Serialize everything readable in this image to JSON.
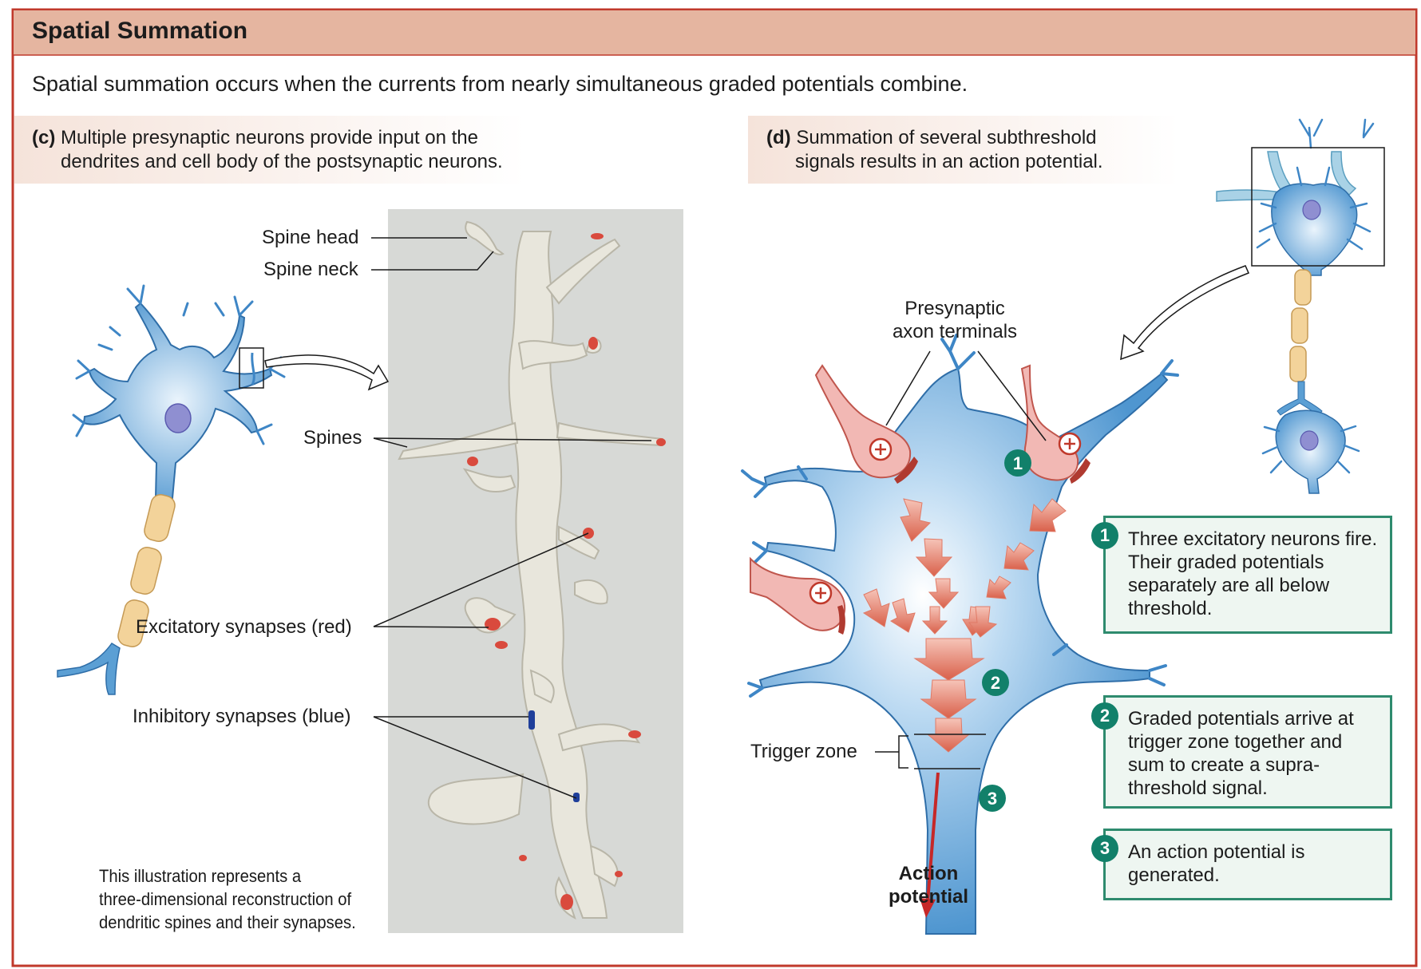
{
  "header": {
    "title": "Spatial Summation"
  },
  "intro": "Spatial summation occurs when the currents from nearly simultaneous graded potentials combine.",
  "panel_c": {
    "letter": "(c)",
    "caption_line1": "Multiple presynaptic neurons provide input on the",
    "caption_line2": "dendrites and cell body of the postsynaptic neurons.",
    "labels": {
      "spine_head": "Spine head",
      "spine_neck": "Spine neck",
      "spines": "Spines",
      "excitatory": "Excitatory synapses (red)",
      "inhibitory": "Inhibitory synapses (blue)"
    },
    "note_line1": "This illustration represents a",
    "note_line2": "three-dimensional reconstruction of",
    "note_line3": "dendritic spines and their synapses."
  },
  "panel_d": {
    "letter": "(d)",
    "caption_line1": "Summation of several subthreshold",
    "caption_line2": "signals results in an action potential.",
    "labels": {
      "presynaptic_line1": "Presynaptic",
      "presynaptic_line2": "axon terminals",
      "trigger_zone": "Trigger zone",
      "action_line1": "Action",
      "action_line2": "potential",
      "plus": "⊕"
    },
    "steps": [
      {
        "num": "1",
        "text": "Three excitatory neurons fire. Their graded potentials separately are all below threshold."
      },
      {
        "num": "2",
        "text": "Graded potentials arrive at trigger zone together and sum to create a supra-threshold signal."
      },
      {
        "num": "3",
        "text": "An action potential is generated."
      }
    ]
  },
  "colors": {
    "header_band": "#e5b5a0",
    "border": "#c0392b",
    "neuron_blue": "#5b9fd4",
    "axon_pink": "#f2b8b4",
    "myelin": "#f3d39a",
    "teal": "#12806a"
  }
}
